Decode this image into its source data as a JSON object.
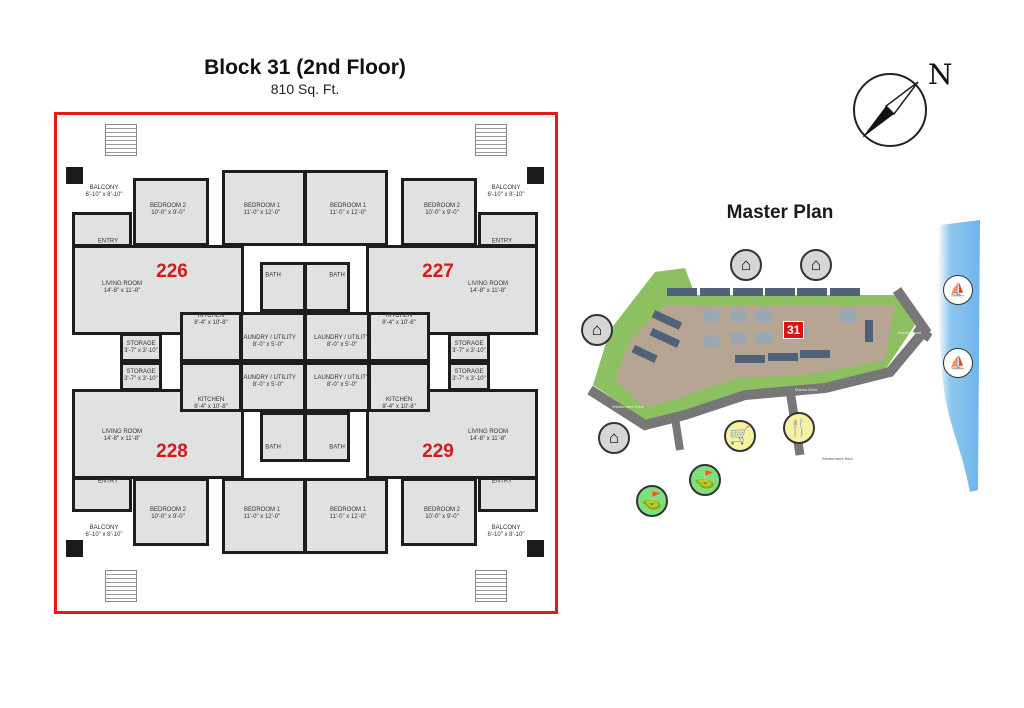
{
  "header": {
    "title": "Block 31 (2nd Floor)",
    "area": "810 Sq. Ft."
  },
  "room_labels": {
    "bedroom2": {
      "name": "BEDROOM 2",
      "size": "10'-0\" x 9'-0\""
    },
    "bedroom1": {
      "name": "BEDROOM 1",
      "size": "11'-0\" x 12'-0\""
    },
    "entry": {
      "name": "ENTRY",
      "size": ""
    },
    "living": {
      "name": "LIVING ROOM",
      "size": "14'-8\" x 11'-8\""
    },
    "kitchen": {
      "name": "KITCHEN",
      "size": "8'-4\" x 10'-8\""
    },
    "bath": {
      "name": "BATH",
      "size": ""
    },
    "laundry": {
      "name": "LAUNDRY / UTILITY",
      "size": "8'-0\" x 5'-0\""
    },
    "storage": {
      "name": "STORAGE",
      "size": "3'-7\" x 3'-10\""
    },
    "balcony": {
      "name": "BALCONY",
      "size": "6'-10\" x 8'-10\""
    }
  },
  "units": [
    "226",
    "227",
    "228",
    "229"
  ],
  "master_plan": {
    "title": "Master Plan",
    "north_label": "N",
    "block_marker": "31",
    "roads": [
      "Marina Drive",
      "Marina Road",
      "Windermere Drive",
      "Windermere Blvd"
    ],
    "icons": [
      "house-icon",
      "house-icon",
      "house-icon",
      "house-icon",
      "shopping-cart-icon",
      "restaurant-icon",
      "golf-icon",
      "golf-icon",
      "boat-icon",
      "boat-icon"
    ]
  },
  "colors": {
    "frame": "#e01b1b",
    "unit_number": "#d41a1a",
    "room_fill": "#dfe2e0",
    "water": "#8fc8f0",
    "grass": "#8cc060"
  }
}
